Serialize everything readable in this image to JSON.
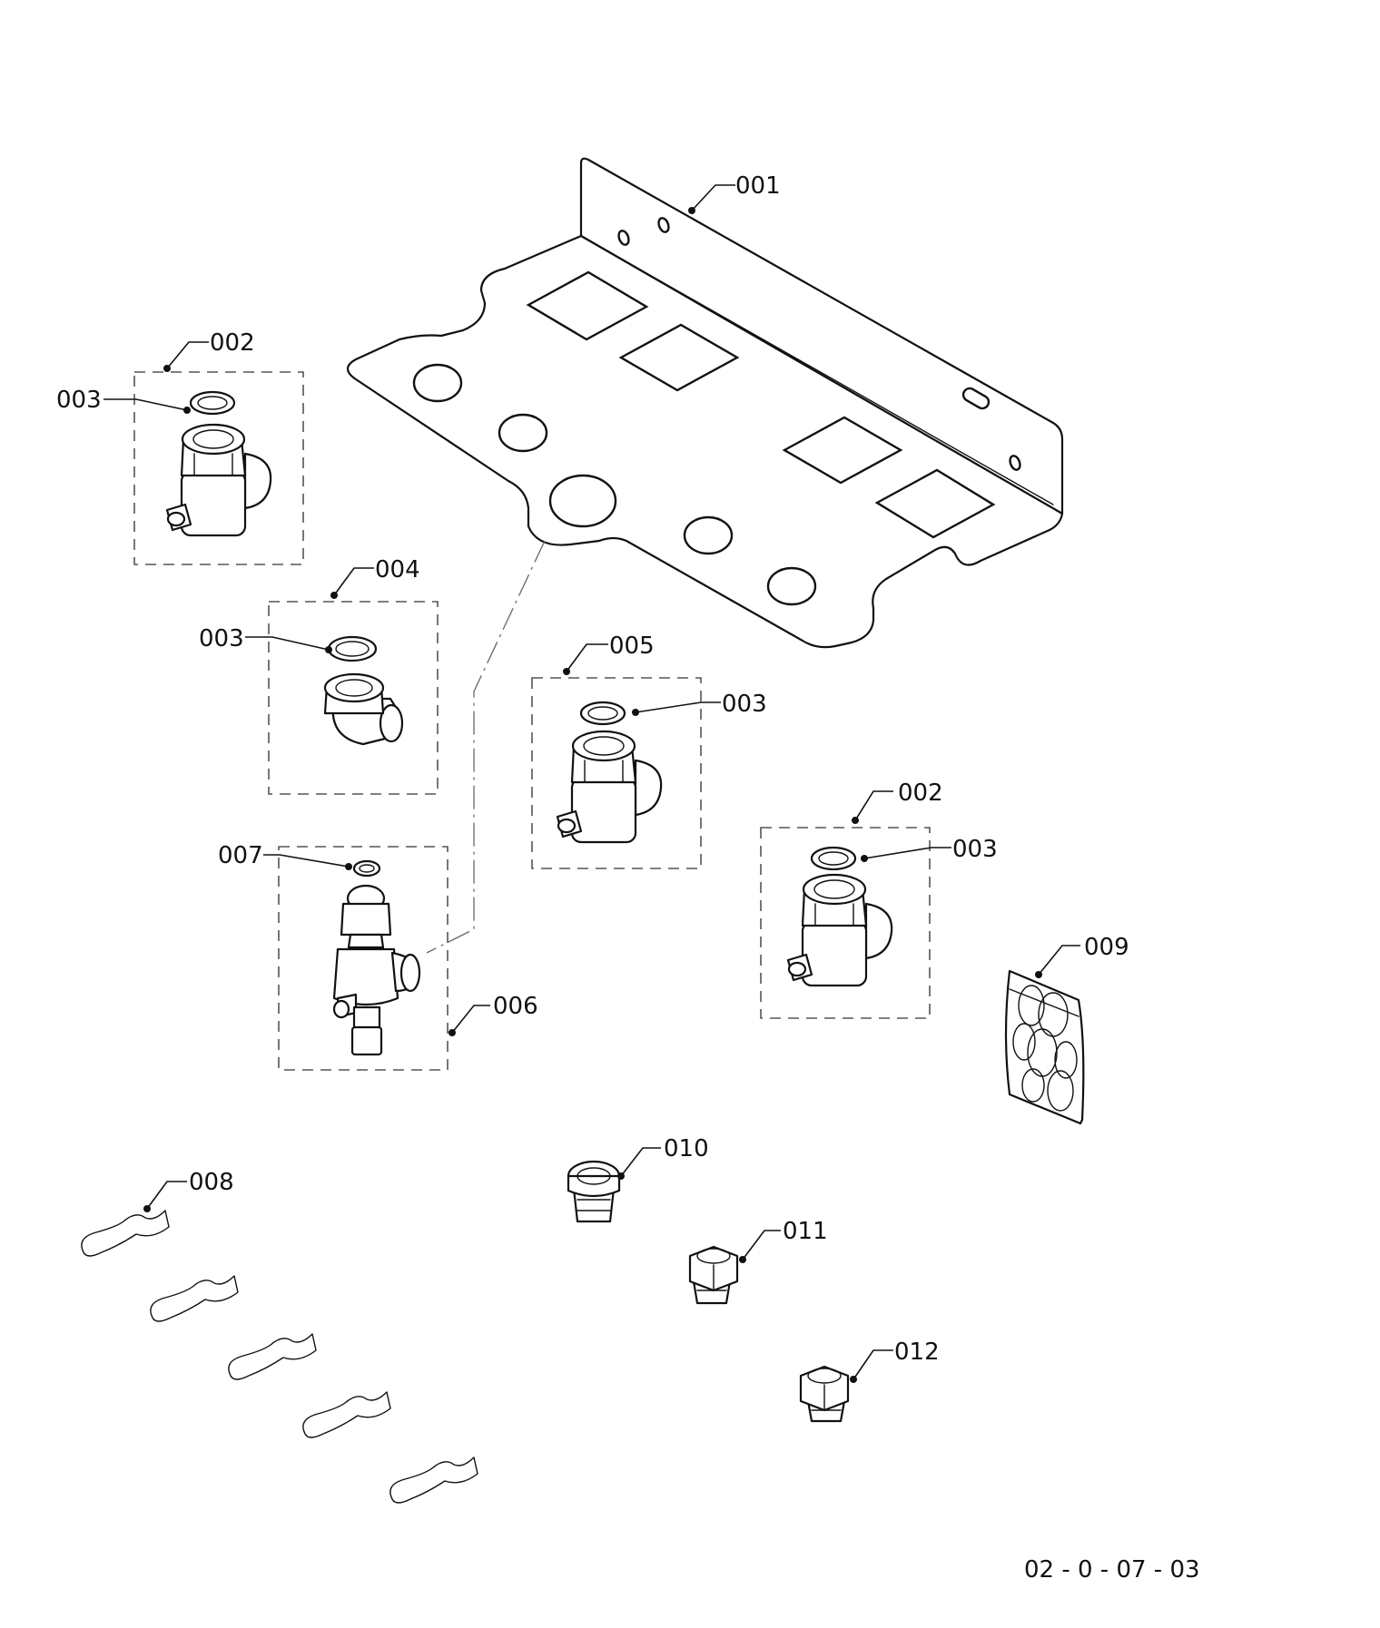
{
  "callouts": {
    "c001": "001",
    "c002_top": "002",
    "c003_a": "003",
    "c004": "004",
    "c003_b": "003",
    "c005": "005",
    "c003_c": "003",
    "c002_right": "002",
    "c003_d": "003",
    "c007": "007",
    "c006": "006",
    "c009": "009",
    "c008": "008",
    "c010": "010",
    "c011": "011",
    "c012": "012"
  },
  "drawing_number": "02 - 0 - 07 - 03",
  "colors": {
    "line": "#111111",
    "dashed_box": "#555555",
    "background": "#ffffff"
  }
}
